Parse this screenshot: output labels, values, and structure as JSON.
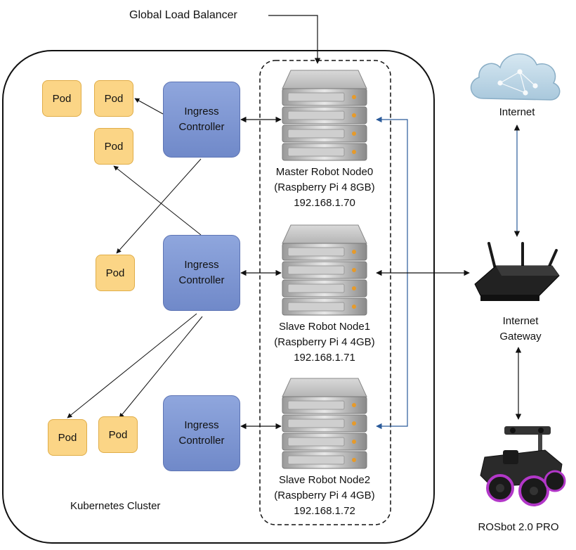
{
  "title": "Global Load Balancer",
  "cluster_label": "Kubernetes Cluster",
  "ingress_controllers": [
    {
      "label": "Ingress\nController"
    },
    {
      "label": "Ingress\nController"
    },
    {
      "label": "Ingress\nController"
    }
  ],
  "pods": [
    "Pod",
    "Pod",
    "Pod",
    "Pod",
    "Pod",
    "Pod"
  ],
  "nodes": [
    {
      "name": "Master Robot Node0",
      "hardware": "(Raspberry Pi 4 8GB)",
      "ip": "192.168.1.70"
    },
    {
      "name": "Slave Robot Node1",
      "hardware": "(Raspberry Pi 4 4GB)",
      "ip": "192.168.1.71"
    },
    {
      "name": "Slave Robot Node2",
      "hardware": "(Raspberry Pi 4 4GB)",
      "ip": "192.168.1.72"
    }
  ],
  "internet_label": "Internet",
  "gateway_label": "Internet\nGateway",
  "robot_label": "ROSbot 2.0 PRO",
  "icons": {
    "server": "server-rack-icon",
    "cloud": "cloud-icon",
    "router": "wifi-router-icon",
    "robot": "robot-icon"
  },
  "colors": {
    "pod_fill": "#fbd586",
    "ingress_fill": "#7f97d4",
    "cloud_fill": "#bcd6e6",
    "robot_accent": "#b237c8"
  }
}
